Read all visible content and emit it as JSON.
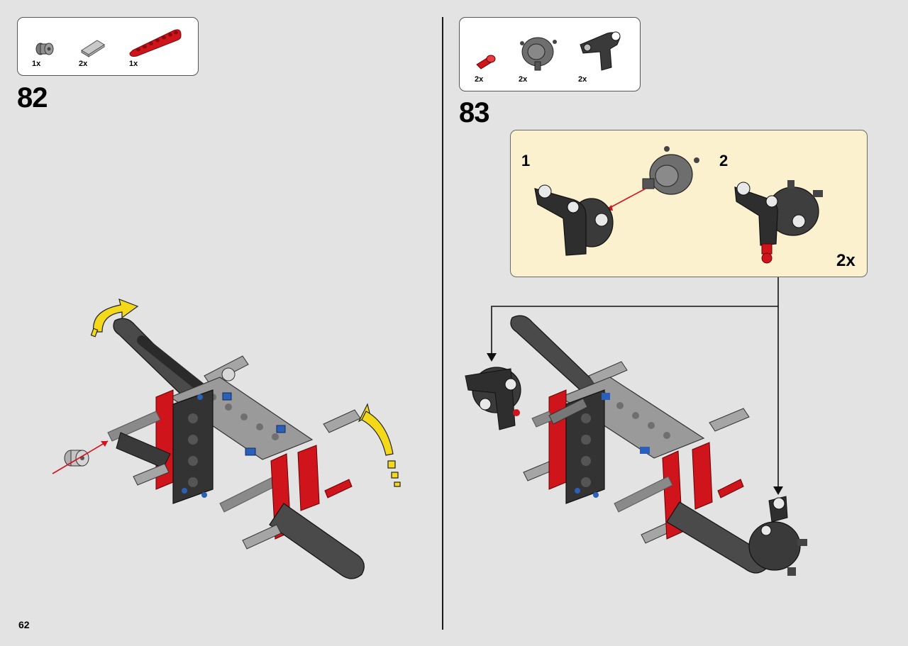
{
  "page": {
    "number": "62"
  },
  "steps": [
    {
      "number": "82",
      "parts": [
        {
          "qty": "1x",
          "icon": "bush-icon",
          "color": "#8a8a8a"
        },
        {
          "qty": "2x",
          "icon": "axle-connector-icon",
          "color": "#c8c8c8"
        },
        {
          "qty": "1x",
          "icon": "beam-7-icon",
          "color": "#d0141c"
        }
      ]
    },
    {
      "number": "83",
      "parts": [
        {
          "qty": "2x",
          "icon": "pin-icon",
          "color": "#d0141c"
        },
        {
          "qty": "2x",
          "icon": "hub-icon",
          "color": "#6e6e6e"
        },
        {
          "qty": "2x",
          "icon": "steering-knuckle-icon",
          "color": "#3a3a3a"
        }
      ],
      "substeps": [
        {
          "number": "1"
        },
        {
          "number": "2"
        }
      ],
      "multiplier": "2x"
    }
  ],
  "colors": {
    "background": "#e3e3e3",
    "callout_background": "#fbf1cf",
    "dark_gray": "#3a3a3a",
    "light_gray": "#a0a0a0",
    "red": "#d0141c",
    "blue": "#2c5fb8",
    "yellow": "#f4d81a"
  }
}
